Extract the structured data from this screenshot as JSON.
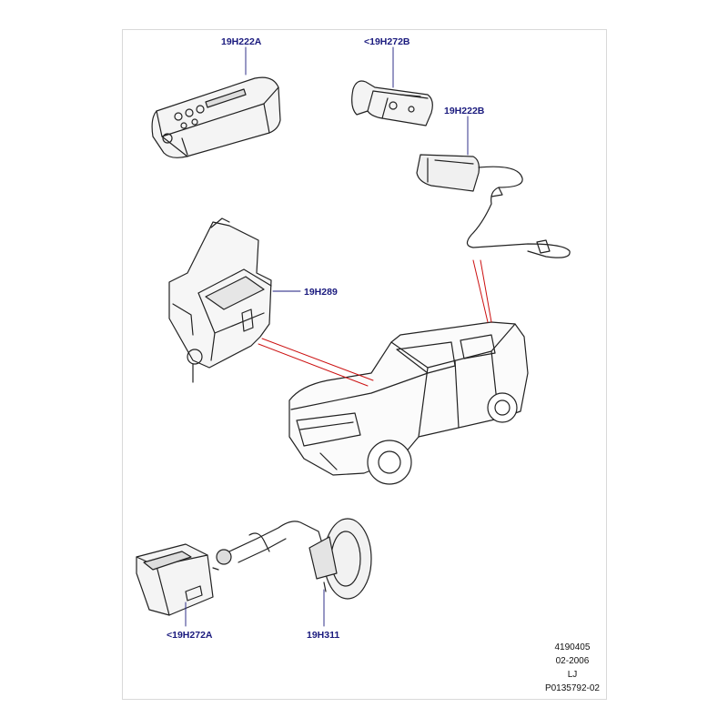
{
  "parts": {
    "p1": "19H222A",
    "p2": "<19H272B",
    "p3": "19H222B",
    "p4": "19H289",
    "p5": "<19H272A",
    "p6": "19H311"
  },
  "meta": {
    "illustration_number": "4190405",
    "date": "02-2006",
    "region": "LJ",
    "catalog_ref": "P0135792-02"
  },
  "colors": {
    "label": "#1a1a7e",
    "leader_red": "#cc1111",
    "line": "#222222"
  }
}
